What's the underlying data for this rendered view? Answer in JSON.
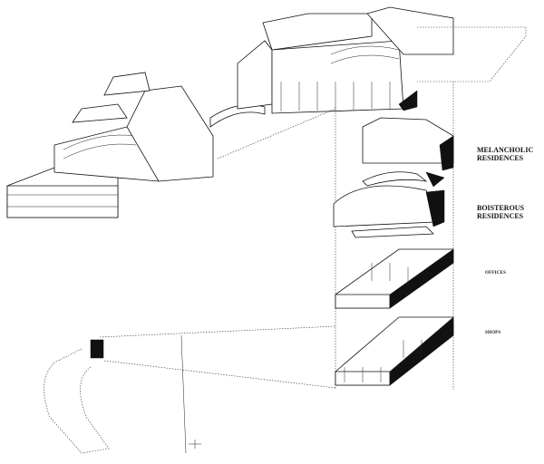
{
  "drawing": {
    "labels": [
      {
        "id": "melancholic",
        "text": "MELANCHOLIC RESIDENCES"
      },
      {
        "id": "boisterous",
        "text": "BOISTEROUS RESIDENCES"
      },
      {
        "id": "offices",
        "text": "OFFICES"
      },
      {
        "id": "shops",
        "text": "SHOPS"
      }
    ],
    "colors": {
      "ink": "#111111",
      "paper": "#ffffff"
    }
  }
}
